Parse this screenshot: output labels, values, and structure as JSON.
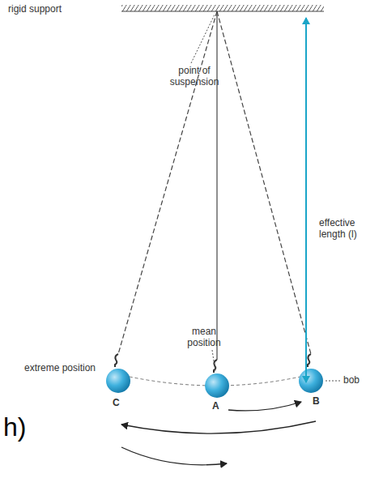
{
  "diagram": {
    "labels": [
      "rigid support",
      "point of suspension",
      "effective length (l)",
      "mean position",
      "extreme position",
      "C",
      "A",
      "B",
      "bob",
      "h)"
    ]
  }
}
